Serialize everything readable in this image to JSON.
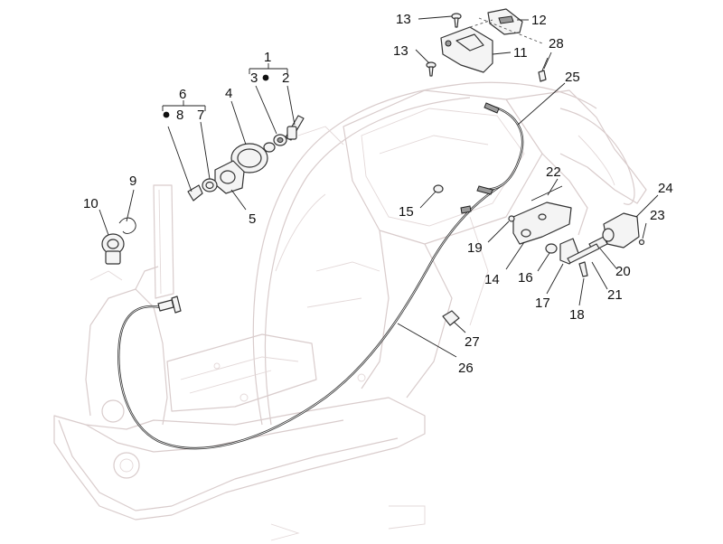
{
  "callouts": [
    {
      "id": "c1",
      "text": "1"
    },
    {
      "id": "c2",
      "text": "2"
    },
    {
      "id": "c3",
      "text": "3"
    },
    {
      "id": "c4",
      "text": "4"
    },
    {
      "id": "c5",
      "text": "5"
    },
    {
      "id": "c6",
      "text": "6"
    },
    {
      "id": "c7",
      "text": "7"
    },
    {
      "id": "c8",
      "text": "8"
    },
    {
      "id": "c9",
      "text": "9"
    },
    {
      "id": "c10",
      "text": "10"
    },
    {
      "id": "c11",
      "text": "11"
    },
    {
      "id": "c12",
      "text": "12"
    },
    {
      "id": "c13a",
      "text": "13"
    },
    {
      "id": "c13b",
      "text": "13"
    },
    {
      "id": "c14",
      "text": "14"
    },
    {
      "id": "c15",
      "text": "15"
    },
    {
      "id": "c16",
      "text": "16"
    },
    {
      "id": "c17",
      "text": "17"
    },
    {
      "id": "c18",
      "text": "18"
    },
    {
      "id": "c19",
      "text": "19"
    },
    {
      "id": "c20",
      "text": "20"
    },
    {
      "id": "c21",
      "text": "21"
    },
    {
      "id": "c22",
      "text": "22"
    },
    {
      "id": "c23",
      "text": "23"
    },
    {
      "id": "c24",
      "text": "24"
    },
    {
      "id": "c25",
      "text": "25"
    },
    {
      "id": "c26",
      "text": "26"
    },
    {
      "id": "c27",
      "text": "27"
    },
    {
      "id": "c28",
      "text": "28"
    }
  ],
  "colors": {
    "frame": "#d9cccc",
    "parts": "#333333",
    "labels": "#111111"
  }
}
